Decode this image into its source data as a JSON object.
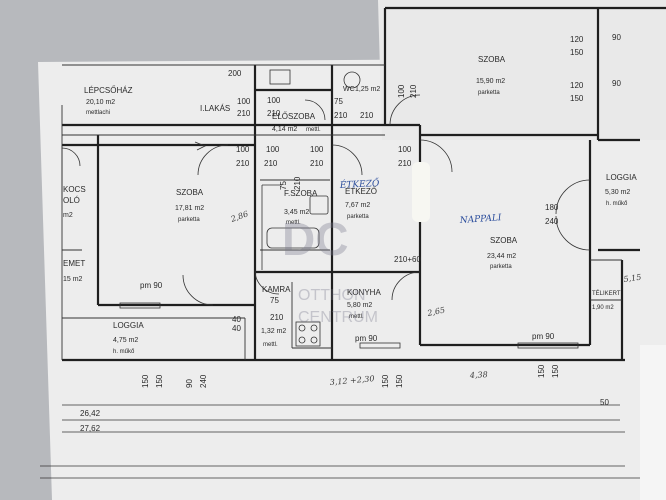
{
  "rooms": {
    "lepcsohaz": {
      "name": "LÉPCSŐHÁZ",
      "area": "20,10 m2",
      "floor": "mettlachi"
    },
    "lakas": {
      "name": "I.LAKÁS"
    },
    "eloszoba": {
      "name": "ELŐSZOBA",
      "area": "4,14 m2",
      "floor": "mettl."
    },
    "wc": {
      "name": "WC",
      "area": "1,25 m2"
    },
    "szoba_top": {
      "name": "SZOBA",
      "area": "15,90 m2",
      "floor": "parketta"
    },
    "szoba_left": {
      "name": "SZOBA",
      "area": "17,81 m2",
      "floor": "parketta"
    },
    "furdoszoba": {
      "name": "F.SZOBA",
      "area": "3,45 m2",
      "floor": "mettl."
    },
    "etkezo": {
      "name": "ÉTKEZŐ",
      "area": "7,67 m2",
      "floor": "parketta"
    },
    "szoba_main": {
      "name": "SZOBA",
      "area": "23,44 m2",
      "floor": "parketta"
    },
    "loggia_right": {
      "name": "LOGGIA",
      "area": "5,30 m2",
      "floor": "h. műkő"
    },
    "telikert": {
      "name": "TÉLIKERT",
      "area": "1,90 m2"
    },
    "kamra": {
      "name": "KAMRA",
      "area": "1,32 m2",
      "floor": "mettl."
    },
    "konyha": {
      "name": "KONYHA",
      "area": "5,80 m2",
      "floor": "mettl."
    },
    "loggia_left": {
      "name": "LOGGIA",
      "area": "4,75 m2",
      "floor": "h. műkő"
    },
    "kocsi": {
      "name": "KOCS",
      "name2": "OLÓ",
      "area": "m2"
    },
    "emet": {
      "name": "EMET",
      "area": "15 m2"
    }
  },
  "handwriting": {
    "nappali": "NAPPALI",
    "etkezo": "ÉTKEZŐ",
    "num_286": "2,86",
    "num_265": "2,65",
    "num_right": "5,15",
    "bottom_a": "3,12 +2,30",
    "bottom_b": "4,38"
  },
  "watermark": {
    "logo": "DC",
    "line1": "OTTHON",
    "line2": "CENTRUM"
  },
  "dimensions": {
    "d200": "200",
    "d100": "100",
    "d210": "210",
    "d75": "75",
    "d120": "120",
    "d150": "150",
    "d90": "90",
    "d180": "180",
    "d240": "240",
    "d40": "40",
    "d60": "60",
    "d50": "50",
    "d21060": "210+60",
    "pm90": "pm 90",
    "total_a": "26,42",
    "total_b": "27,62"
  }
}
